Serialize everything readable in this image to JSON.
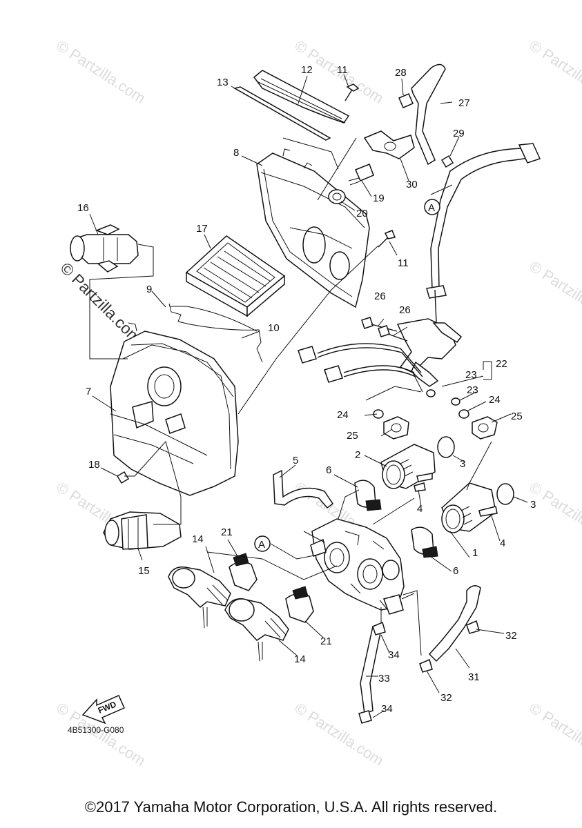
{
  "diagram": {
    "watermark": "© Partzilla.com",
    "diagram_code": "4B51300-G080",
    "fwd_label": "FWD",
    "copyright": "©2017 Yamaha Motor Corporation, U.S.A. All rights reserved.",
    "callouts": [
      "1",
      "2",
      "3",
      "3",
      "4",
      "4",
      "5",
      "6",
      "6",
      "7",
      "8",
      "9",
      "10",
      "11",
      "11",
      "12",
      "13",
      "14",
      "14",
      "15",
      "16",
      "17",
      "18",
      "19",
      "20",
      "21",
      "21",
      "22",
      "23",
      "23",
      "24",
      "24",
      "25",
      "25",
      "26",
      "26",
      "27",
      "28",
      "29",
      "30",
      "31",
      "32",
      "32",
      "33",
      "34",
      "34"
    ],
    "reference_markers": [
      "A",
      "A"
    ]
  }
}
